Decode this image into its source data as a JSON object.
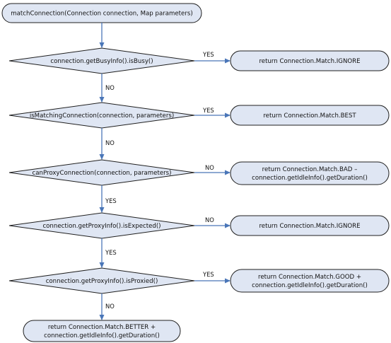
{
  "start": {
    "label": "matchConnection(Connection connection, Map parameters)"
  },
  "decisions": [
    {
      "label": "connection.getBusyInfo().isBusy()"
    },
    {
      "label": "isMatchingConnection(connection, parameters)"
    },
    {
      "label": "canProxyConnection(connection, parameters)"
    },
    {
      "label": "connection.getProxyInfo().isExpected()"
    },
    {
      "label": "connection.getProxyInfo().isProxied()"
    }
  ],
  "results": [
    {
      "lines": [
        "return Connection.Match.IGNORE"
      ]
    },
    {
      "lines": [
        "return Connection.Match.BEST"
      ]
    },
    {
      "lines": [
        "return Connection.Match.BAD –",
        "connection.getIdleInfo().getDuration()"
      ]
    },
    {
      "lines": [
        "return Connection.Match.IGNORE"
      ]
    },
    {
      "lines": [
        "return Connection.Match.GOOD +",
        "connection.getIdleInfo().getDuration()"
      ]
    }
  ],
  "final": {
    "lines": [
      "return Connection.Match.BETTER +",
      "connection.getIdleInfo().getDuration()"
    ]
  },
  "edge_labels": {
    "side": [
      "YES",
      "YES",
      "NO",
      "NO",
      "YES"
    ],
    "down": [
      "NO",
      "NO",
      "YES",
      "YES",
      "NO"
    ]
  }
}
